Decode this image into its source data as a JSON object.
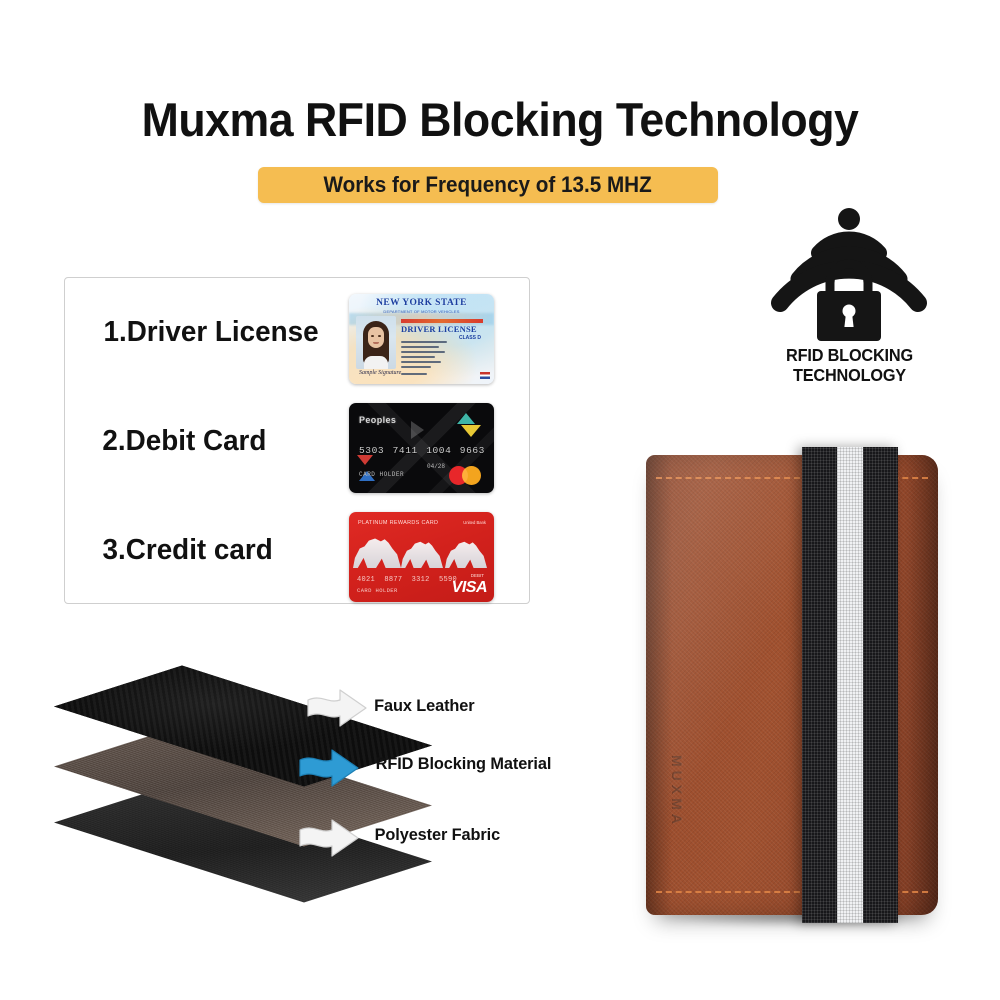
{
  "header": {
    "title": "Muxma RFID Blocking Technology",
    "badge_text": "Works for Frequency of 13.5 MHZ",
    "badge_color": "#F5BD51"
  },
  "card_list": {
    "items": [
      {
        "label": "1.Driver License",
        "art": "driver-license-card",
        "art_text": {
          "state": "NEW YORK STATE",
          "subtitle": "DEPARTMENT OF MOTOR VEHICLES",
          "doc_type": "DRIVER LICENSE",
          "class_label": "CLASS D",
          "signature": "Sample Signature"
        }
      },
      {
        "label": "2.Debit Card",
        "art": "debit-card",
        "art_text": {
          "brand": "Peoples",
          "number_groups": [
            "5303",
            "7411",
            "1004",
            "9663"
          ],
          "holder": "CARD HOLDER",
          "expiry": "04/28",
          "network": "mastercard"
        }
      },
      {
        "label": "3.Credit card",
        "art": "credit-card",
        "art_text": {
          "top_label": "PLATINUM REWARDS CARD",
          "bank": "United Bank",
          "number_groups": [
            "4021",
            "8877",
            "3312",
            "5590"
          ],
          "holder": "CARD HOLDER",
          "chip_label": "DEBIT",
          "network": "VISA"
        }
      }
    ]
  },
  "rfid_logo": {
    "line1": "RFID BLOCKING",
    "line2": "TECHNOLOGY",
    "icon": "rfid-signal-lock-icon"
  },
  "layer_diagram": {
    "layers": [
      {
        "label": "Faux Leather",
        "arrow_color": "#f2f2f2"
      },
      {
        "label": "RFID Blocking Material",
        "arrow_color": "#2E9BD4"
      },
      {
        "label": "Polyester Fabric",
        "arrow_color": "#f2f2f2"
      }
    ]
  },
  "product": {
    "emboss_text": "MUXMA",
    "leather_color": "#9d4e2e",
    "band_colors": [
      "#17171a",
      "#f0f1f3",
      "#17171a"
    ]
  }
}
